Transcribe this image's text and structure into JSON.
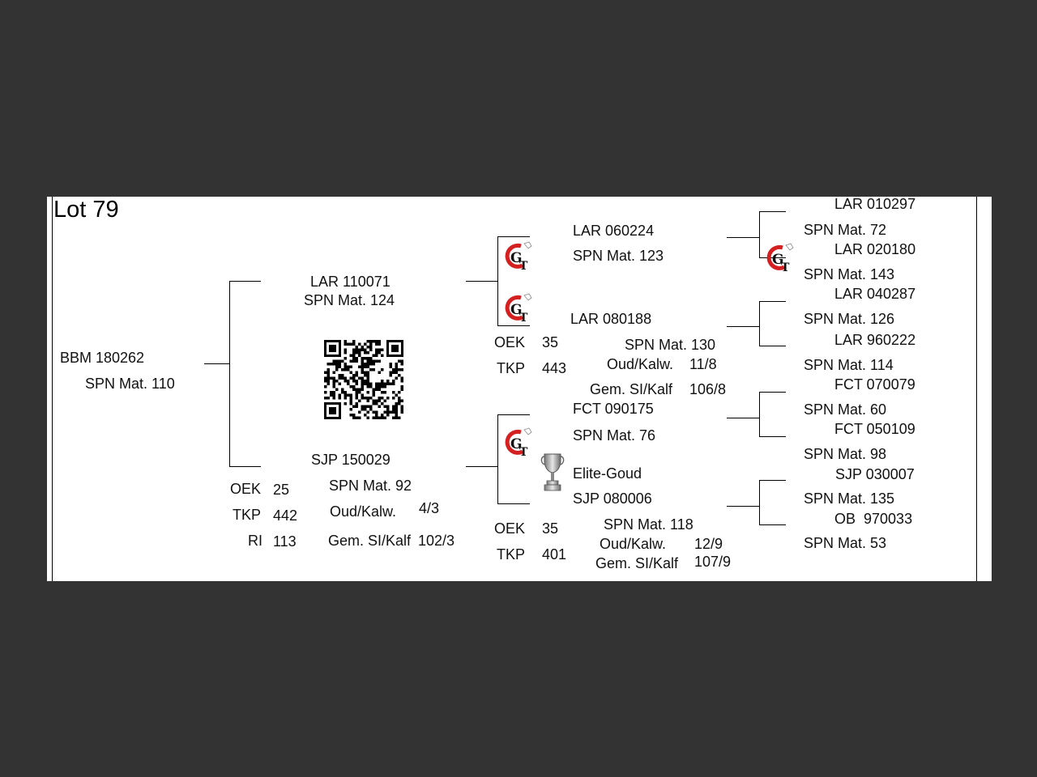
{
  "lot": "Lot 79",
  "animal": {
    "id": "BBM 180262",
    "spn": "SPN Mat. 110"
  },
  "sire": {
    "id": "LAR 110071",
    "spn": "SPN Mat. 124"
  },
  "dam": {
    "id": "SJP 150029",
    "spn": "SPN Mat. 92",
    "oek_label": "OEK",
    "oek": "25",
    "tkp_label": "TKP",
    "tkp": "442",
    "ri_label": "RI",
    "ri": "113",
    "oud_label": "Oud/Kalw.",
    "oud": "4/3",
    "gem_label": "Gem. SI/Kalf",
    "gem": "102/3"
  },
  "sire_sire": {
    "id": "LAR 060224",
    "spn": "SPN Mat. 123"
  },
  "sire_dam": {
    "id": "LAR 080188",
    "spn": "SPN Mat. 130",
    "oek_label": "OEK",
    "oek": "35",
    "tkp_label": "TKP",
    "tkp": "443",
    "oud_label": "Oud/Kalw.",
    "oud": "11/8",
    "gem_label": "Gem. SI/Kalf",
    "gem": "106/8"
  },
  "dam_sire": {
    "id": "FCT 090175",
    "spn": "SPN Mat. 76"
  },
  "dam_dam": {
    "award": "Elite-Goud",
    "id": "SJP 080006",
    "spn": "SPN Mat. 118",
    "oek_label": "OEK",
    "oek": "35",
    "tkp_label": "TKP",
    "tkp": "401",
    "oud_label": "Oud/Kalw.",
    "oud": "12/9",
    "gem_label": "Gem. SI/Kalf",
    "gem": "107/9"
  },
  "great_grandparents": [
    {
      "id": "LAR 010297",
      "spn": "SPN Mat. 72"
    },
    {
      "id": "LAR 020180",
      "spn": "SPN Mat. 143"
    },
    {
      "id": "LAR 040287",
      "spn": "SPN Mat. 126"
    },
    {
      "id": "LAR 960222",
      "spn": "SPN Mat. 114"
    },
    {
      "id": "FCT 070079",
      "spn": "SPN Mat. 60"
    },
    {
      "id": "FCT 050109",
      "spn": "SPN Mat. 98"
    },
    {
      "id": "SJP 030007",
      "spn": "SPN Mat. 135"
    },
    {
      "id": "OB  970033",
      "spn": "SPN Mat. 53"
    }
  ],
  "icons": {
    "logo": "gt-logo-icon",
    "qr": "qr-code-icon",
    "trophy": "trophy-icon"
  },
  "colors": {
    "background": "#333333",
    "paper": "#ffffff",
    "logo_red": "#d42020"
  }
}
